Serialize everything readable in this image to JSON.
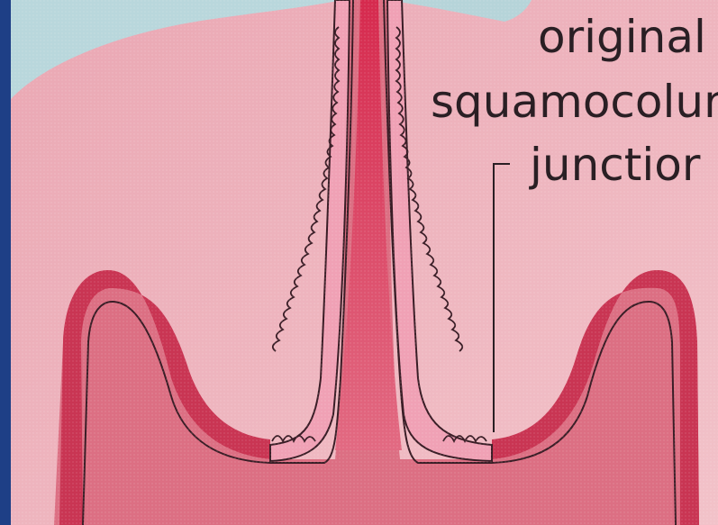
{
  "label": {
    "lines": [
      "original",
      "squamocolur",
      "junctior"
    ]
  },
  "colors": {
    "frame": "#1e3f86",
    "background_pink": "#eeb8c0",
    "cap_blue": "#b7d6dd",
    "stroma": "#dd6c80",
    "squamous_epithelium": "#c83650",
    "columnar_epithelium": "#f0a0b4",
    "outline": "#3a1d26"
  },
  "icons": [
    "cervix-diagram",
    "leader-line"
  ]
}
